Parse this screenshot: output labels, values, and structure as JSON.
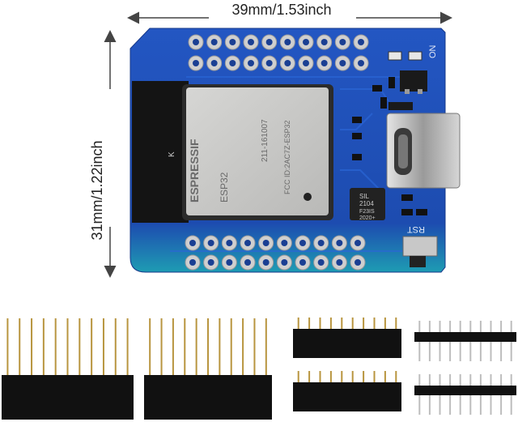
{
  "dimensions": {
    "width_label": "39mm/1.53inch",
    "height_label": "31mm/1.22inch"
  },
  "board": {
    "module_marks": {
      "brand": "ESPRESSIF",
      "model": "ESP32",
      "fcc": "FCC ID:2AC7Z-ESP32",
      "code": "211-161007",
      "k_mark": "K"
    },
    "silkscreen": {
      "on_label": "ON",
      "rst_label": "RST"
    },
    "usb_chip": {
      "line1": "SIL",
      "line2": "2104",
      "line3": "F23IS",
      "line4": "2020+"
    }
  },
  "colors": {
    "pcb_blue": "#1f4fb3",
    "pcb_edge": "#1a3f93",
    "pcb_teal": "#1fa3b5",
    "module_shield": "#c9c9c7",
    "header_black": "#111111",
    "pin_brass": "#b8953f",
    "pin_silver": "#bdbdbd"
  }
}
